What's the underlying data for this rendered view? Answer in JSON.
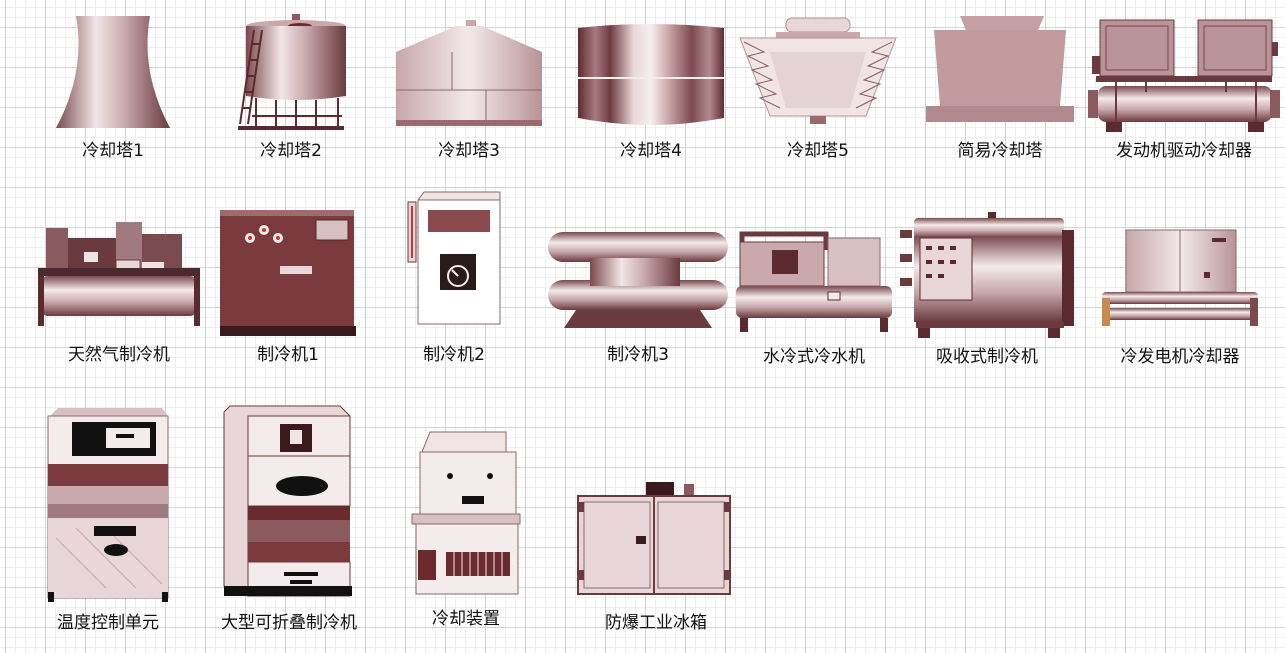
{
  "equipment": [
    {
      "label": "冷却塔1"
    },
    {
      "label": "冷却塔2"
    },
    {
      "label": "冷却塔3"
    },
    {
      "label": "冷却塔4"
    },
    {
      "label": "冷却塔5"
    },
    {
      "label": "简易冷却塔"
    },
    {
      "label": "发动机驱动冷却器"
    },
    {
      "label": "天然气制冷机"
    },
    {
      "label": "制冷机1"
    },
    {
      "label": "制冷机2"
    },
    {
      "label": "制冷机3"
    },
    {
      "label": "水冷式冷水机"
    },
    {
      "label": "吸收式制冷机"
    },
    {
      "label": "冷发电机冷却器"
    },
    {
      "label": "温度控制单元"
    },
    {
      "label": "大型可折叠制冷机"
    },
    {
      "label": "冷却装置"
    },
    {
      "label": "防爆工业冰箱"
    }
  ],
  "colors": {
    "dark": "#5a2a2e",
    "mid": "#9a6a6e",
    "light": "#e8d6d8",
    "pale": "#f4ecec"
  }
}
